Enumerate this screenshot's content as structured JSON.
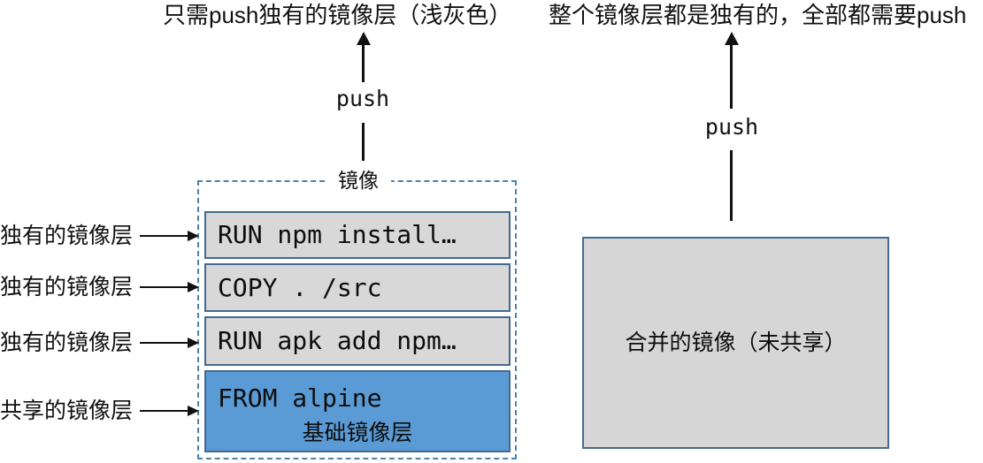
{
  "diagram": {
    "title_left": "只需push独有的镜像层（浅灰色）",
    "title_right": "整个镜像层都是独有的，全部都需要push"
  },
  "left": {
    "caption": "只需push独有的镜像层（浅灰色）",
    "push_label": "push",
    "image_group_label": "镜像",
    "layers": [
      {
        "code": "RUN npm install…",
        "kind": "unique-layer"
      },
      {
        "code": "COPY . /src",
        "kind": "unique-layer"
      },
      {
        "code": "RUN apk add npm…",
        "kind": "unique-layer"
      },
      {
        "code": "FROM alpine",
        "sub_label": "基础镜像层",
        "kind": "shared-base-layer"
      }
    ],
    "row_labels": [
      "独有的镜像层",
      "独有的镜像层",
      "独有的镜像层",
      "共享的镜像层"
    ]
  },
  "right": {
    "caption": "整个镜像层都是独有的，全部都需要push",
    "push_label": "push",
    "box_label": "合并的镜像（未共享）"
  },
  "icons": {
    "up_arrow": "arrow-up-icon",
    "right_arrow": "arrow-right-icon"
  },
  "colors": {
    "layer_gray_fill": "#d8d8d8",
    "shared_layer_blue_fill": "#5b9bd5",
    "layer_border": "#44688f",
    "dashed_group_border": "#4f81a8",
    "merged_box_fill": "#d6d6d6",
    "merged_box_border": "#456b92",
    "text": "#111111",
    "background": "#ffffff"
  }
}
